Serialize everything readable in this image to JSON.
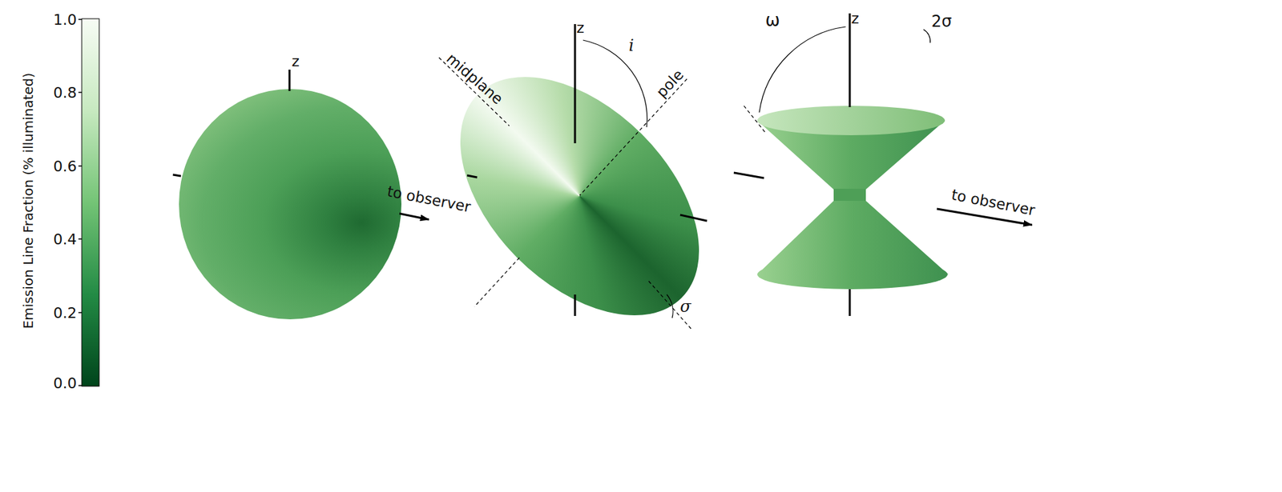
{
  "diagram": {
    "labels": [
      "1.0",
      "0.8",
      "0.6",
      "0.4",
      "0.2",
      "0.0",
      "Emission Line Fraction (% illuminated)",
      "z",
      "to observer",
      "z",
      "midplane",
      "i",
      "pole",
      "σ",
      "ω",
      "z",
      "2σ",
      "to observer"
    ]
  }
}
